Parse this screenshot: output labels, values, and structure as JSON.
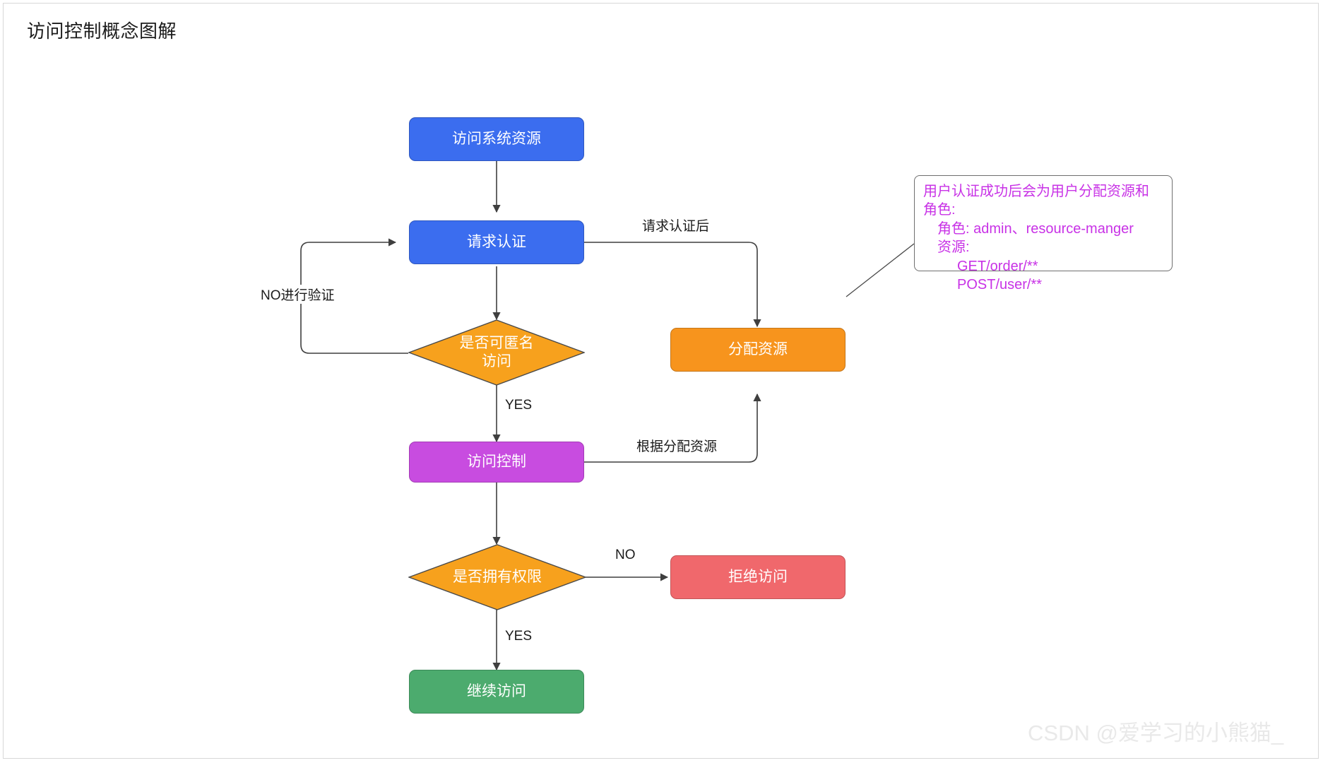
{
  "page": {
    "title": "访问控制概念图解",
    "watermark": "CSDN @爱学习的小熊猫_",
    "background": "#ffffff"
  },
  "colors": {
    "blue": "#3b6def",
    "orange": "#f7941d",
    "purple": "#c84ce0",
    "red": "#f0686c",
    "green": "#4cab6e",
    "note_text": "#c832e6",
    "edge": "#3f3f3f",
    "title_text": "#1b1b1b"
  },
  "chart_data": {
    "type": "diagram",
    "title": "访问控制概念图解",
    "nodes": [
      {
        "id": "access-resource",
        "label": "访问系统资源",
        "shape": "rounded-rect",
        "color": "#3b6def"
      },
      {
        "id": "request-auth",
        "label": "请求认证",
        "shape": "rounded-rect",
        "color": "#3b6def"
      },
      {
        "id": "anonymous-check",
        "label": "是否可匿名\n访问",
        "shape": "diamond",
        "color": "#f7941d"
      },
      {
        "id": "allocate-resource",
        "label": "分配资源",
        "shape": "rounded-rect",
        "color": "#f7941d"
      },
      {
        "id": "access-control",
        "label": "访问控制",
        "shape": "rounded-rect",
        "color": "#c84ce0"
      },
      {
        "id": "permission-check",
        "label": "是否拥有权限",
        "shape": "diamond",
        "color": "#f7941d"
      },
      {
        "id": "deny-access",
        "label": "拒绝访问",
        "shape": "rounded-rect",
        "color": "#f0686c"
      },
      {
        "id": "continue-access",
        "label": "继续访问",
        "shape": "rounded-rect",
        "color": "#4cab6e"
      }
    ],
    "edges": [
      {
        "from": "access-resource",
        "to": "request-auth",
        "label": ""
      },
      {
        "from": "request-auth",
        "to": "anonymous-check",
        "label": ""
      },
      {
        "from": "request-auth",
        "to": "allocate-resource",
        "label": "请求认证后"
      },
      {
        "from": "anonymous-check",
        "to": "request-auth",
        "label": "NO进行验证"
      },
      {
        "from": "anonymous-check",
        "to": "access-control",
        "label": "YES"
      },
      {
        "from": "access-control",
        "to": "allocate-resource",
        "label": "根据分配资源"
      },
      {
        "from": "access-control",
        "to": "permission-check",
        "label": ""
      },
      {
        "from": "permission-check",
        "to": "deny-access",
        "label": "NO"
      },
      {
        "from": "permission-check",
        "to": "continue-access",
        "label": "YES"
      }
    ],
    "annotations": [
      {
        "id": "allocate-note",
        "attached_to": "allocate-resource",
        "lines": [
          "用户认证成功后会为用户分配资源和",
          "角色:",
          "角色: admin、resource-manger",
          "资源:",
          "GET/order/**",
          "POST/user/**"
        ]
      }
    ]
  },
  "nodes": {
    "access_resource": "访问系统资源",
    "request_auth": "请求认证",
    "anonymous_check": "是否可匿名\n访问",
    "allocate_resource": "分配资源",
    "access_control": "访问控制",
    "permission_check": "是否拥有权限",
    "deny_access": "拒绝访问",
    "continue_access": "继续访问"
  },
  "edge_labels": {
    "request_auth_after": "请求认证后",
    "no_verify": "NO进行验证",
    "yes_anonymous": "YES",
    "by_allocated_resource": "根据分配资源",
    "no_permission": "NO",
    "yes_permission": "YES"
  },
  "note": {
    "line1": "用户认证成功后会为用户分配资源和",
    "line2": "角色:",
    "line3": "角色: admin、resource-manger",
    "line4": "资源:",
    "line5": "GET/order/**",
    "line6": "POST/user/**"
  }
}
